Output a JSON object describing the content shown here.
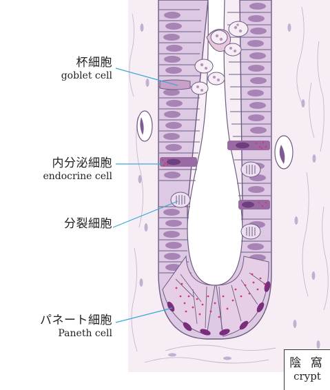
{
  "labels": {
    "goblet": {
      "ja": "杯細胞",
      "en": "goblet cell"
    },
    "endocrine": {
      "ja": "内分泌細胞",
      "en": "endocrine cell"
    },
    "mitotic": {
      "ja": "分裂細胞",
      "en": ""
    },
    "paneth": {
      "ja": "パネート細胞",
      "en": "Paneth cell"
    }
  },
  "title_box": {
    "ja": "陰 窩",
    "en": "crypt"
  },
  "colors": {
    "background_tissue": "#f7eef5",
    "cell_fill": "#ddc9e3",
    "cell_outline": "#6c5a82",
    "nucleus": "#a883b5",
    "goblet_mucus": "#f6eef4",
    "endocrine_band": "#9a6aa3",
    "paneth_granule": "#d8357a",
    "paneth_nucleus": "#7a2d7b",
    "leader_line": "#38a7d4"
  }
}
